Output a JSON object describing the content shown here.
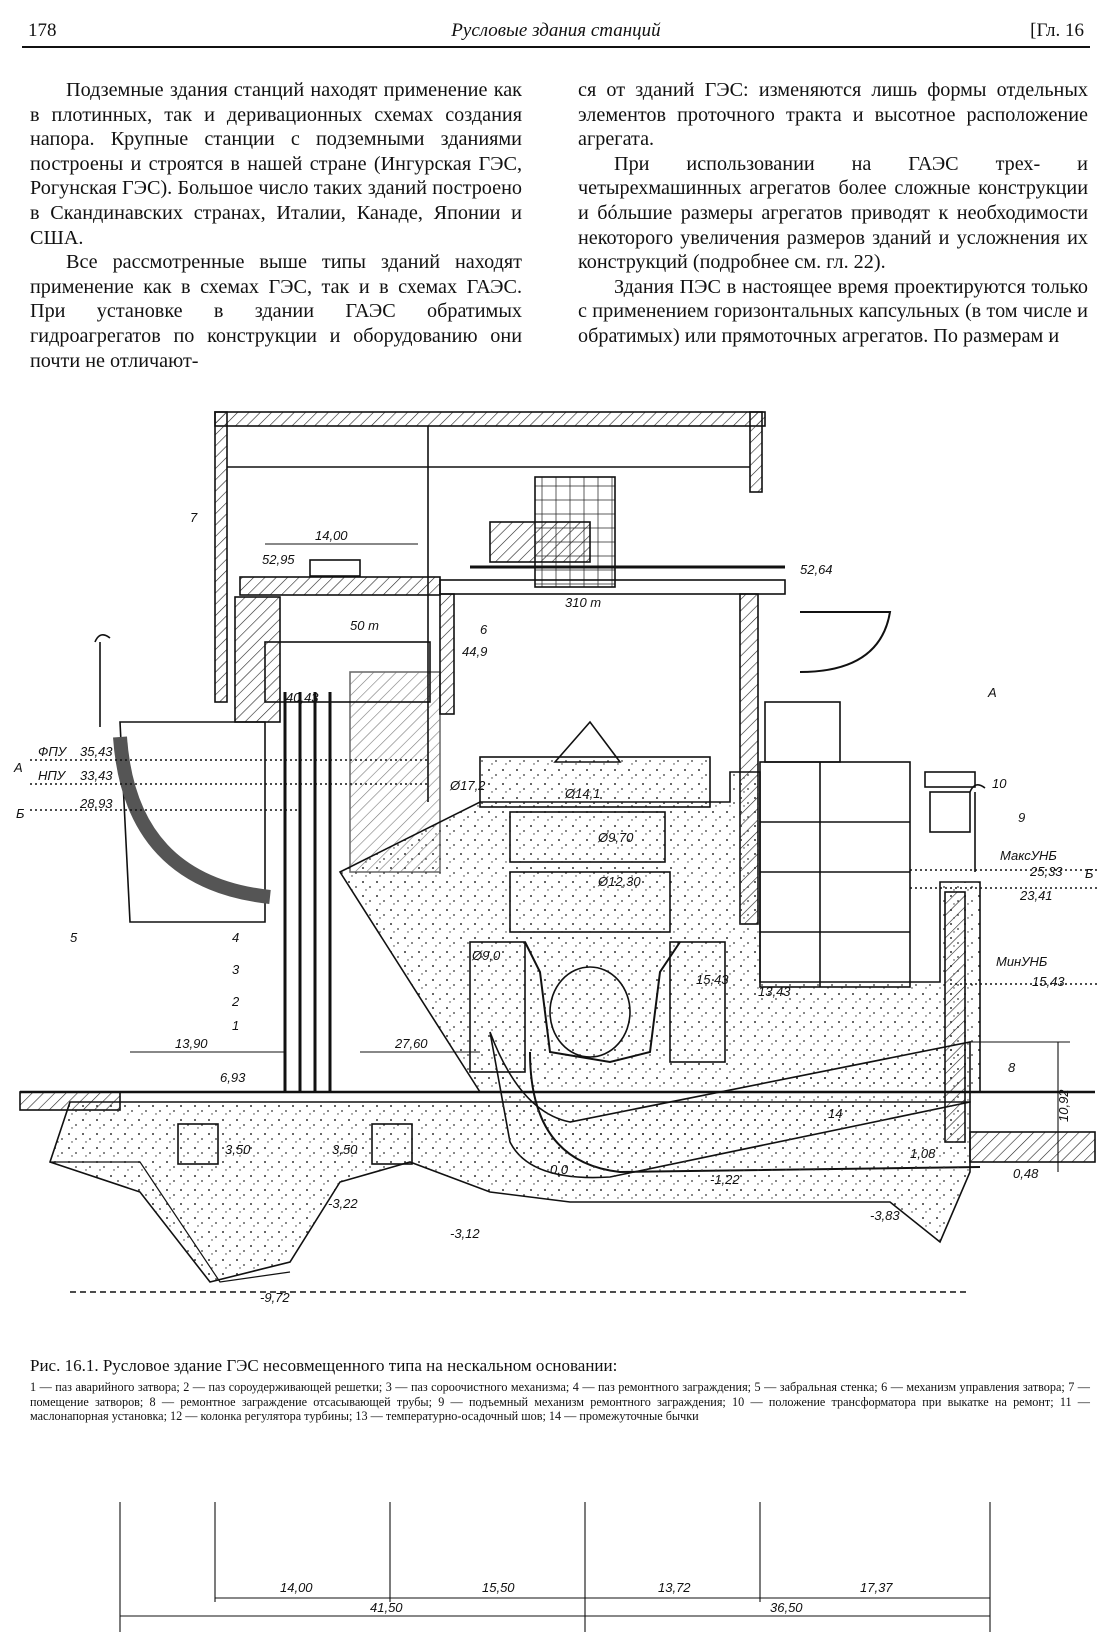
{
  "header": {
    "page_number": "178",
    "running_title": "Русловые здания станций",
    "chapter": "[Гл. 16"
  },
  "body": {
    "left_paragraphs": [
      "Подземные здания станций находят применение как в плотинных, так и деривационных схемах создания напора. Крупные станции с подземными зданиями построены и строятся в нашей стране (Ингурская ГЭС, Рогунская ГЭС). Большое число таких зданий построено в Скандинавских странах, Италии, Канаде, Японии и США.",
      "Все рассмотренные выше типы зданий находят применение как в схемах ГЭС, так и в схемах ГАЭС. При установке в здании ГАЭС обратимых гидроагрегатов по конструкции и оборудованию они почти не отличают-"
    ],
    "right_paragraphs": [
      "ся от зданий ГЭС: изменяются лишь формы отдельных элементов проточного тракта и высотное расположение агрегата.",
      "При использовании на ГАЭС трех- и четырехмашинных агрегатов более сложные конструкции и бóльшие размеры агрегатов приводят к необходимости некоторого увеличения размеров зданий и усложнения их конструкций (подробнее см. гл. 22).",
      "Здания ПЭС в настоящее время проектируются только с применением горизонтальных капсульных (в том числе и обратимых) или прямоточных агрегатов. По размерам и"
    ]
  },
  "figure": {
    "labels": {
      "l7": "7",
      "l6": "6",
      "l5": "5",
      "l4": "4",
      "l3": "3",
      "l2": "2",
      "l1": "1",
      "l8": "8",
      "l9": "9",
      "l10": "10",
      "l14": "14",
      "dim_14_00_top": "14,00",
      "crane_310": "310 т",
      "crane_50": "50 т",
      "el_52_95": "52,95",
      "el_52_64": "52,64",
      "el_44_9": "44,9",
      "el_40_43": "40,43",
      "fpu": "ФПУ",
      "fpu_val": "35,43",
      "npu": "НПУ",
      "npu_val": "33,43",
      "el_28_93": "28,93",
      "sec_a": "А",
      "sec_b": "Б",
      "d_17_2": "Ø17,2",
      "d_14_1": "Ø14,1",
      "d_9_70": "Ø9,70",
      "d_12_30": "Ø12,30",
      "d_9_0": "Ø9,0",
      "maks_unb": "МаксУНБ",
      "el_25_33": "25,33",
      "el_23_41": "23,41",
      "min_unb": "МинУНБ",
      "el_15_43": "15,43",
      "el_15_43b": "15,43",
      "el_13_43": "13,43",
      "dim_13_90": "13,90",
      "dim_27_60": "27,60",
      "el_6_93": "6,93",
      "dim_10_92": "10,92",
      "dim_3_50a": "3,50",
      "dim_3_50b": "3,50",
      "el_0_0": "0,0",
      "el_1_08": "1,08",
      "el_0_48": "0,48",
      "el_m1_22": "-1,22",
      "el_m3_22": "-3,22",
      "el_m3_12": "-3,12",
      "el_m3_83": "-3,83",
      "el_m9_72": "-9,72",
      "dim_14_00": "14,00",
      "dim_15_50": "15,50",
      "dim_13_72": "13,72",
      "dim_17_37": "17,37",
      "dim_41_50": "41,50",
      "dim_36_50": "36,50"
    }
  },
  "caption": {
    "title": "Рис. 16.1. Русловое здание ГЭС несовмещенного типа на нескальном основании:",
    "legend": "1 — паз аварийного затвора; 2 — паз сороудерживающей решетки; 3 — паз сороочистного механизма; 4 — паз ремонтного заграждения; 5 — забральная стенка; 6 — механизм управления затвора; 7 — помещение затворов; 8 — ремонтное заграждение отсасывающей трубы; 9 — подъемный механизм ремонтного заграждения; 10 — положение трансформатора при выкатке на ремонт; 11 — маслонапорная установка; 12 — колонка регулятора турбины; 13 — температурно-осадочный шов; 14 — промежуточные бычки"
  }
}
